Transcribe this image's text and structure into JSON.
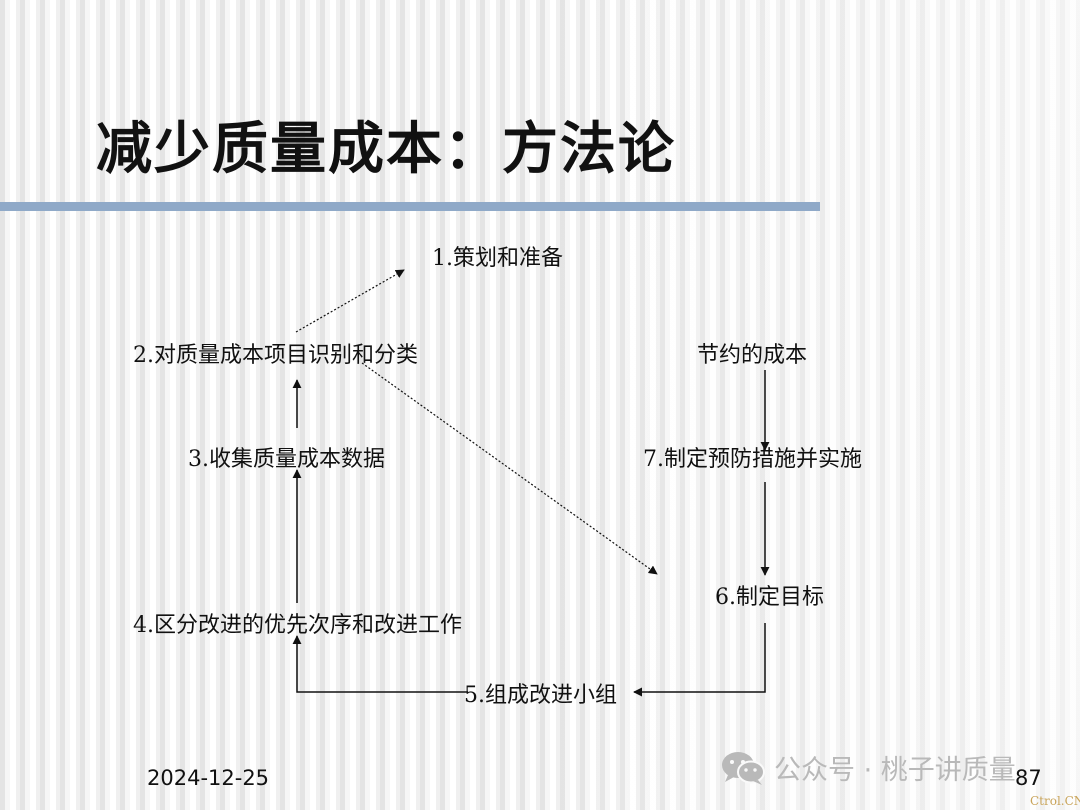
{
  "slide": {
    "title": "减少质量成本：方法论",
    "date": "2024-12-25",
    "page_number": "87"
  },
  "nodes": {
    "step1": "1.策划和准备",
    "step2": "2.对质量成本项目识别和分类",
    "step3": "3.收集质量成本数据",
    "step4": "4.区分改进的优先次序和改进工作",
    "step5": "5.组成改进小组",
    "step6": "6.制定目标",
    "step7": "7.制定预防措施并实施",
    "savings": "节约的成本"
  },
  "watermark": {
    "text": "公众号 · 桃子讲质量",
    "icon": "wechat-icon",
    "corner_text": "Ctrol.CN"
  },
  "colors": {
    "title_bar": "#8fa9c8",
    "watermark": "#b9b9b9",
    "corner_text": "#c9a45a"
  }
}
